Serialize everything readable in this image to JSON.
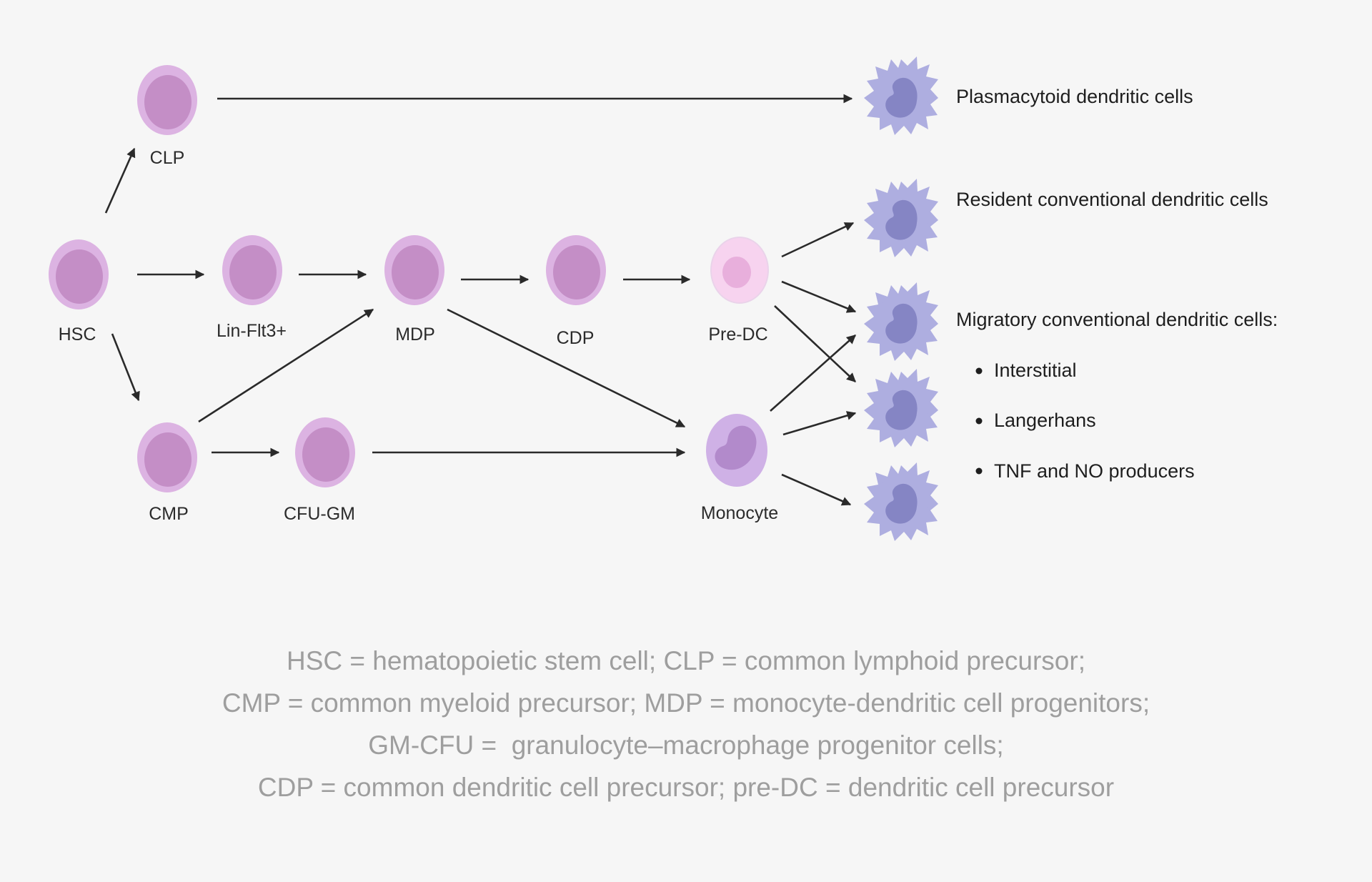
{
  "cells": {
    "hsc": "HSC",
    "clp": "CLP",
    "lin_flt3": "Lin-Flt3+",
    "mdp": "MDP",
    "cdp": "CDP",
    "pre_dc": "Pre-DC",
    "cmp": "CMP",
    "cfu_gm": "CFU-GM",
    "monocyte": "Monocyte"
  },
  "outputs": {
    "plasmacytoid": "Plasmacytoid dendritic cells",
    "resident": "Resident conventional dendritic cells",
    "migratory": "Migratory conventional dendritic cells:",
    "migratory_types": [
      "Interstitial",
      "Langerhans",
      "TNF and NO producers"
    ]
  },
  "legend": [
    "HSC = hematopoietic stem cell; CLP = common lymphoid precursor;",
    "CMP = common myeloid precursor; MDP = monocyte-dendritic cell progenitors;",
    "GM-CFU =  granulocyte–macrophage progenitor cells;",
    "CDP = common dendritic cell precursor; pre-DC = dendritic cell precursor"
  ],
  "colors": {
    "progenitor_outer": "#dcb3e2",
    "progenitor_inner": "#c48ec6",
    "predc_outer": "#f7d3ef",
    "predc_inner": "#e8afdc",
    "dendritic_body": "#aeaee0",
    "dendritic_nucleus": "#8585c4",
    "legend_text": "#9e9e9e"
  }
}
